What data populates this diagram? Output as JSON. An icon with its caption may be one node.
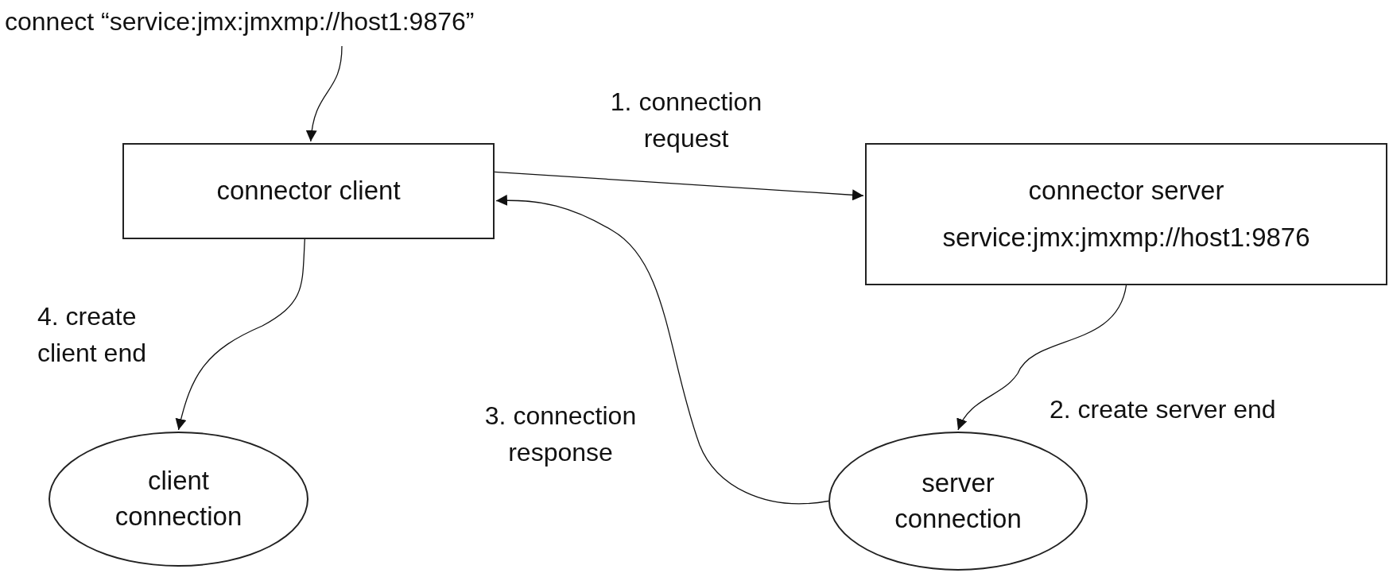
{
  "diagram": {
    "nodes": [
      {
        "text": [
          "connect “service:jmx:jmxmp://host1:9876”"
        ]
      },
      {
        "text": [
          "connector client"
        ]
      },
      {
        "text": [
          "connector server",
          "service:jmx:jmxmp://host1:9876"
        ]
      },
      {
        "text": [
          "client connection"
        ]
      },
      {
        "text": [
          "server connection"
        ]
      }
    ],
    "edges": [
      {
        "from": 0,
        "to": 1,
        "arrow": "to"
      },
      {
        "from": 1,
        "to": 2,
        "arrow": "to",
        "label": "1. connection request"
      },
      {
        "from": 2,
        "to": 4,
        "arrow": "to",
        "label": "2. create server end"
      },
      {
        "from": 4,
        "to": 1,
        "arrow": "to",
        "label": "3. connection response"
      },
      {
        "from": 1,
        "to": 3,
        "arrow": "to",
        "label": "4. create client end"
      }
    ]
  }
}
